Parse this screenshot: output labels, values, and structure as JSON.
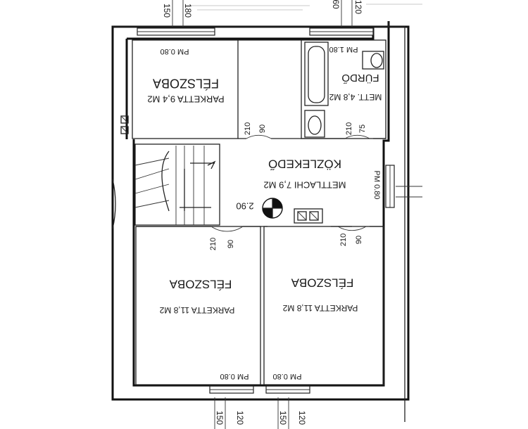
{
  "rooms": {
    "nw": {
      "name": "FÉLSZOBA",
      "floor": "PARKETTA 9,4 M2",
      "window": "PM 0.80"
    },
    "bath": {
      "name": "FÜRDŐ",
      "floor": "METT. 4,8 M2",
      "window": "PM 1.80"
    },
    "hall": {
      "name": "KÖZLEKEDŐ",
      "floor": "METTLACHI 7,9 M2",
      "window": "PM 0.80",
      "height": "2.90"
    },
    "sw": {
      "name": "FÉLSZOBA",
      "floor": "PARKETTA 11,8 M2",
      "window": "PM 0.80"
    },
    "se": {
      "name": "FÉLSZOBA",
      "floor": "PARKETTA 11,8 M2",
      "window": "PM 0.80"
    }
  },
  "doors": {
    "nw": {
      "width": "90",
      "height": "210"
    },
    "bath": {
      "width": "75",
      "height": "210"
    },
    "sw": {
      "width": "90",
      "height": "210"
    },
    "se": {
      "width": "90",
      "height": "210"
    }
  },
  "dimensions": {
    "top_left": {
      "a": "180",
      "b": "150"
    },
    "top_right": {
      "a": "120",
      "b": "60"
    },
    "bottom_left": {
      "a": "150",
      "b": "120"
    },
    "bottom_right": {
      "a": "150",
      "b": "120"
    }
  }
}
